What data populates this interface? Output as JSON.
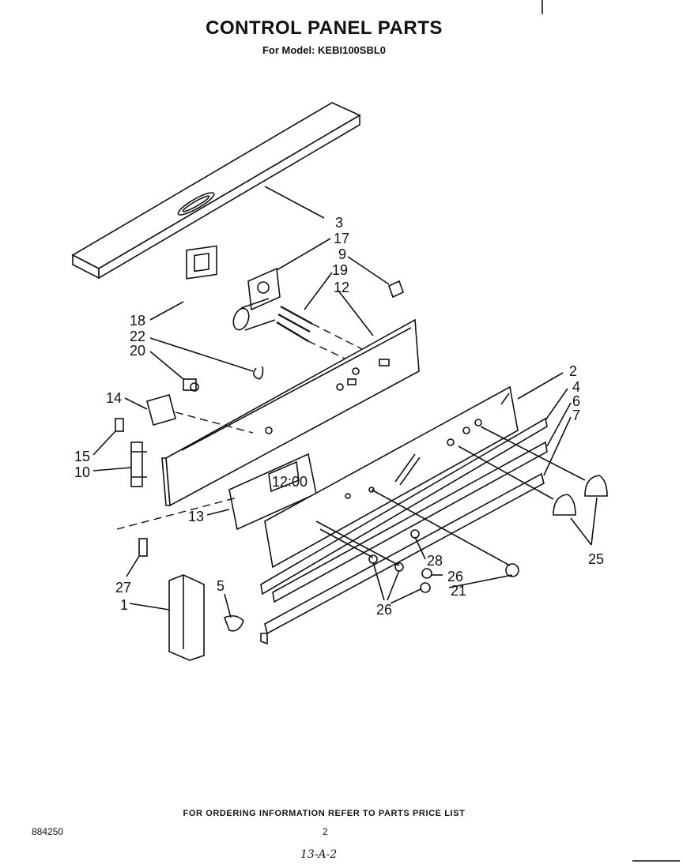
{
  "header": {
    "title": "CONTROL PANEL PARTS",
    "subtitle": "For Model: KEBI100SBL0"
  },
  "callouts": [
    "3",
    "17",
    "9",
    "19",
    "12",
    "18",
    "22",
    "20",
    "14",
    "15",
    "10",
    "13",
    "27",
    "1",
    "5",
    "2",
    "4",
    "6",
    "7",
    "25",
    "28",
    "26",
    "21",
    "26"
  ],
  "display_readout": "12:00",
  "footer": {
    "ordering_note": "FOR ORDERING INFORMATION REFER TO PARTS PRICE LIST",
    "doc_number": "884250",
    "page": "2",
    "handwritten": "13-A-2"
  }
}
